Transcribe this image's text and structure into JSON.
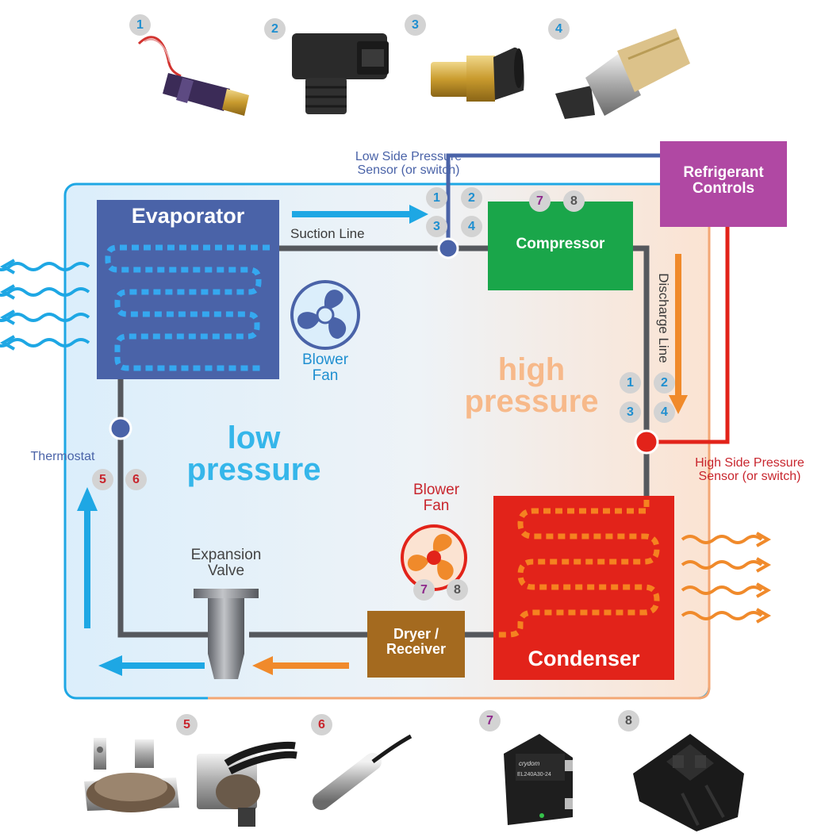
{
  "boxes": {
    "evaporator": "Evaporator",
    "compressor": "Compressor",
    "condenser": "Condenser",
    "dryer_line1": "Dryer /",
    "dryer_line2": "Receiver",
    "refrigerant_line1": "Refrigerant",
    "refrigerant_line2": "Controls"
  },
  "labels": {
    "suction_line": "Suction Line",
    "discharge_line": "Discharge Line",
    "low_side_line1": "Low Side Pressure",
    "low_side_line2": "Sensor (or switch)",
    "high_side_line1": "High Side Pressure",
    "high_side_line2": "Sensor (or switch)",
    "thermostat": "Thermostat",
    "expansion_line1": "Expansion",
    "expansion_line2": "Valve",
    "blower_fan_line1": "Blower",
    "blower_fan_line2": "Fan",
    "low_line1": "low",
    "low_line2": "pressure",
    "high_line1": "high",
    "high_line2": "pressure"
  },
  "badges": {
    "top": [
      "1",
      "2",
      "3",
      "4"
    ],
    "low_side": [
      "1",
      "2",
      "3",
      "4"
    ],
    "compressor": [
      "7",
      "8"
    ],
    "high_side": [
      "1",
      "2",
      "3",
      "4"
    ],
    "thermostat": [
      "5",
      "6"
    ],
    "condenser_fan": [
      "7",
      "8"
    ],
    "bottom": [
      "5",
      "6",
      "7",
      "8"
    ]
  },
  "product_text": {
    "relay_brand": "crydom",
    "relay_model": "EL240A30-24"
  },
  "colors": {
    "low_side": "#4a63a8",
    "high_side": "#e2231a",
    "compressor": "#1aa64a",
    "dryer": "#a46a1f",
    "refrigerant_controls": "#b048a3",
    "cool_arrow": "#1ea7e4",
    "warm_arrow": "#f08a2b",
    "badge_blue": "#1f8fd0",
    "badge_red": "#c8262e",
    "badge_purple": "#8e2a8c",
    "badge_gray": "#555555"
  }
}
